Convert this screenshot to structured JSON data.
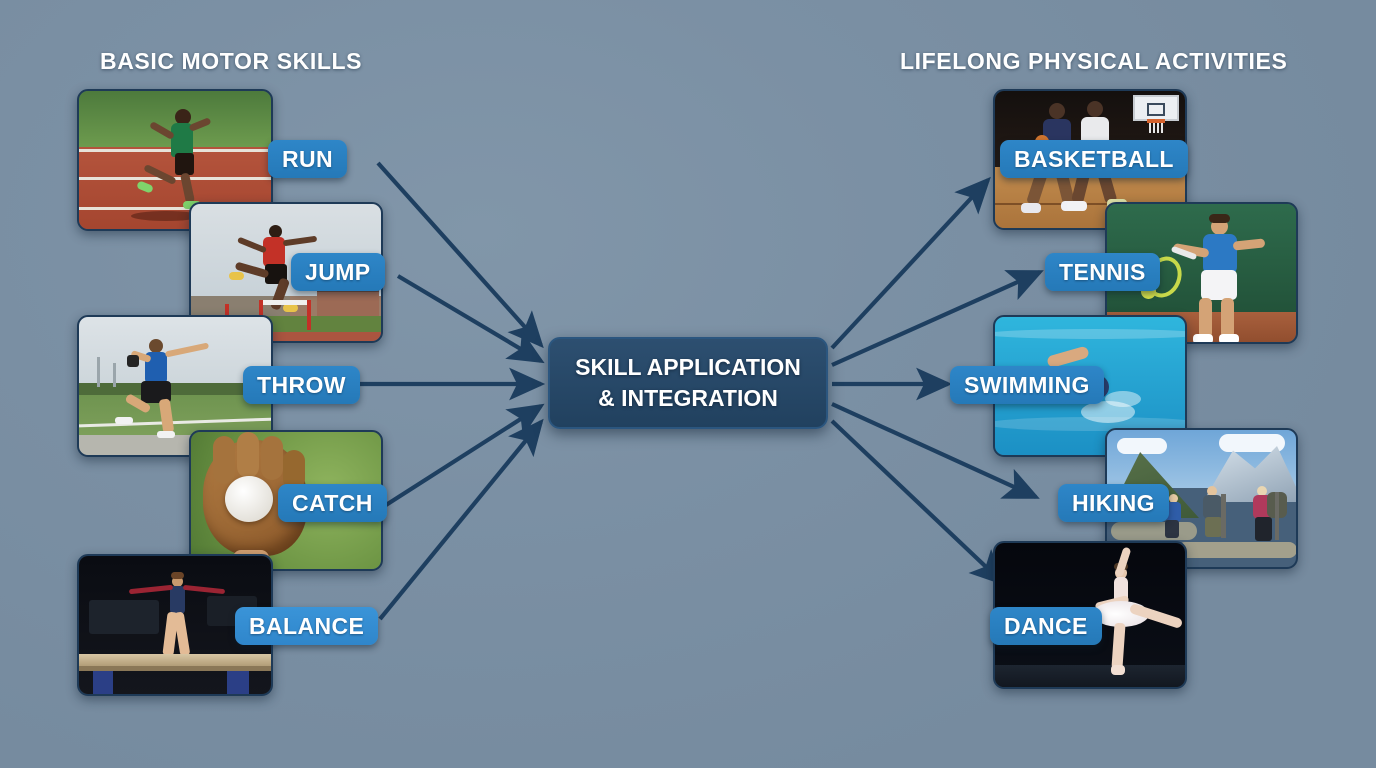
{
  "headings": {
    "left": "BASIC MOTOR SKILLS",
    "right": "LIFELONG PHYSICAL ACTIVITIES"
  },
  "center": {
    "line1": "SKILL APPLICATION",
    "line2": "& INTEGRATION"
  },
  "colors": {
    "background": "#7a8fa3",
    "pill_blue": "#2579b8",
    "pill_blue_light": "#3a94d8",
    "center_navy": "#21415f",
    "arrow_navy": "#1e3f60",
    "card_border": "#1e3a57",
    "heading_text": "#ffffff"
  },
  "basic_skills": [
    {
      "label": "RUN",
      "scene": "runner-on-track"
    },
    {
      "label": "JUMP",
      "scene": "hurdler-mid-air"
    },
    {
      "label": "THROW",
      "scene": "shot-put-thrower"
    },
    {
      "label": "CATCH",
      "scene": "baseball-glove-catch"
    },
    {
      "label": "BALANCE",
      "scene": "gymnast-on-beam"
    }
  ],
  "lifelong_activities": [
    {
      "label": "BASKETBALL",
      "scene": "basketball-players-court"
    },
    {
      "label": "TENNIS",
      "scene": "tennis-player-forehand"
    },
    {
      "label": "SWIMMING",
      "scene": "swimmer-freestyle-pool"
    },
    {
      "label": "HIKING",
      "scene": "hikers-mountain-trail"
    },
    {
      "label": "DANCE",
      "scene": "ballerina-on-stage"
    }
  ]
}
